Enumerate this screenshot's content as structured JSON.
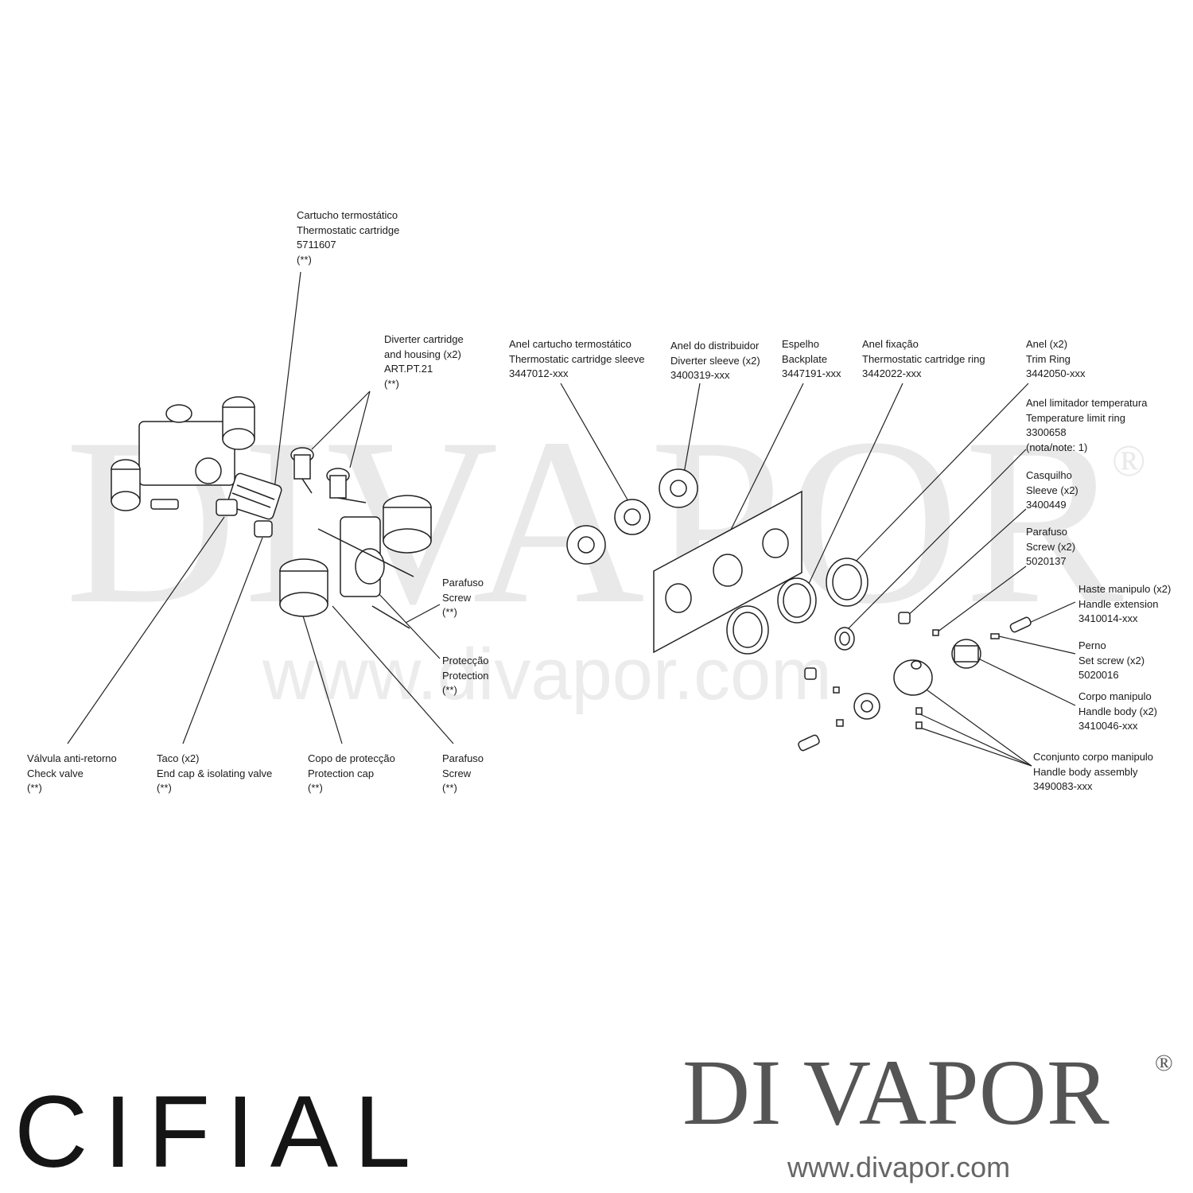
{
  "watermark": {
    "text": "DIVAPOR",
    "registered": "®",
    "url": "www.divapor.com"
  },
  "labels": {
    "thermo_cartridge": [
      "Cartucho termostático",
      "Thermostatic cartridge",
      "5711607",
      "(**)"
    ],
    "diverter_cartridge": [
      "Diverter cartridge",
      "and housing (x2)",
      "ART.PT.21",
      "(**)"
    ],
    "thermo_sleeve": [
      "Anel cartucho termostático",
      "Thermostatic cartridge sleeve",
      "3447012-xxx"
    ],
    "diverter_sleeve": [
      "Anel do distribuidor",
      "Diverter sleeve (x2)",
      "3400319-xxx"
    ],
    "backplate": [
      "Espelho",
      "Backplate",
      "3447191-xxx"
    ],
    "cartridge_ring": [
      "Anel fixação",
      "Thermostatic cartridge ring",
      "3442022-xxx"
    ],
    "trim_ring": [
      "Anel (x2)",
      "Trim Ring",
      "3442050-xxx"
    ],
    "temp_limit_ring": [
      "Anel limitador temperatura",
      "Temperature limit ring",
      "3300658",
      "(nota/note: 1)"
    ],
    "sleeve": [
      "Casquilho",
      "Sleeve (x2)",
      "3400449"
    ],
    "screw_right": [
      "Parafuso",
      "Screw (x2)",
      "5020137"
    ],
    "handle_extension": [
      "Haste manipulo (x2)",
      "Handle extension",
      "3410014-xxx"
    ],
    "set_screw": [
      "Perno",
      "Set screw (x2)",
      "5020016"
    ],
    "handle_body": [
      "Corpo manipulo",
      "Handle body (x2)",
      "3410046-xxx"
    ],
    "handle_assembly": [
      "Cconjunto corpo manipulo",
      "Handle body assembly",
      "3490083-xxx"
    ],
    "screw_mid": [
      "Parafuso",
      "Screw",
      "(**)"
    ],
    "protection": [
      "Protecção",
      "Protection",
      "(**)"
    ],
    "check_valve": [
      "Válvula anti-retorno",
      "Check valve",
      "(**)"
    ],
    "end_cap": [
      "Taco (x2)",
      "End cap & isolating valve",
      "(**)"
    ],
    "protection_cap": [
      "Copo de protecção",
      "Protection cap",
      "(**)"
    ],
    "screw_bottom": [
      "Parafuso",
      "Screw",
      "(**)"
    ]
  },
  "brand": {
    "left_logo": "CIFIAL",
    "right_logo": "DI VAPOR",
    "right_registered": "®",
    "url": "www.divapor.com"
  }
}
